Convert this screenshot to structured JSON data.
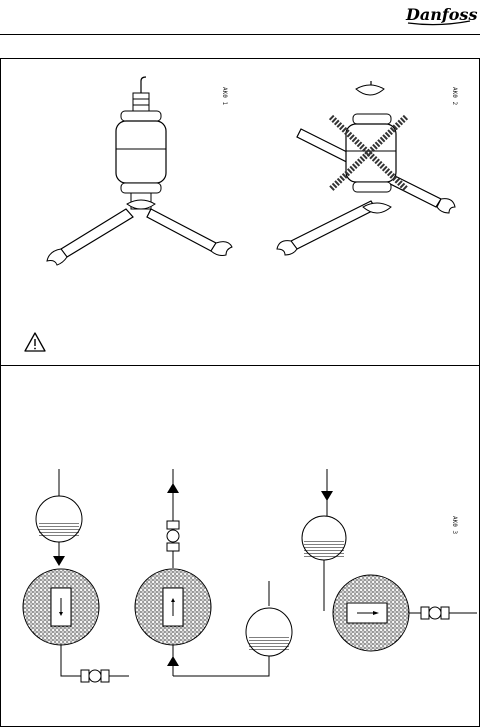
{
  "brand": {
    "logo_text": "Danfoss",
    "color": "#000000"
  },
  "top_panel": {
    "warning_icon": "warning-triangle-icon",
    "diagram_correct": "filter-drier-two-wrenches",
    "diagram_incorrect": "filter-drier-wrenches-crossed-out"
  },
  "bottom_panel": {
    "diagrams": [
      "receiver-above-drier-downward-flow",
      "drier-upward-flow-receiver-below",
      "drier-horizontal-flow-receiver-above"
    ]
  },
  "colors": {
    "line": "#000000",
    "pattern": "#555555"
  }
}
